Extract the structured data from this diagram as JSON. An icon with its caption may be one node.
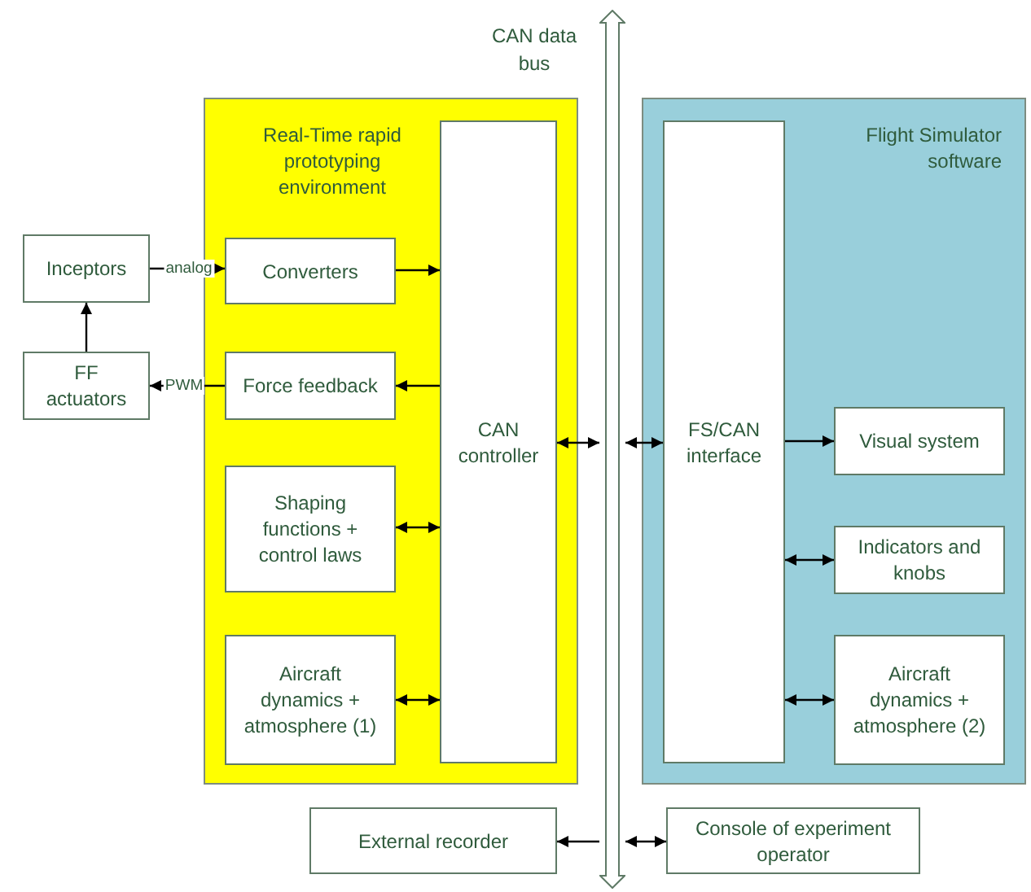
{
  "diagram": {
    "nodes": [
      {
        "text": [
          "Real-Time rapid prototyping environment"
        ]
      },
      {
        "text": [
          "Converters"
        ],
        "in": 0
      },
      {
        "text": [
          "Force feedback"
        ],
        "in": 0
      },
      {
        "text": [
          "Shaping functions + control laws"
        ],
        "in": 0
      },
      {
        "text": [
          "Aircraft dynamics + atmosphere (1)"
        ],
        "in": 0
      },
      {
        "text": [
          "CAN controller"
        ],
        "in": 0
      },
      {
        "text": [
          "Flight Simulator software"
        ]
      },
      {
        "text": [
          "FS/CAN interface"
        ],
        "in": 6
      },
      {
        "text": [
          "Visual system"
        ],
        "in": 6
      },
      {
        "text": [
          "Indicators and knobs"
        ],
        "in": 6
      },
      {
        "text": [
          "Aircraft dynamics + atmosphere (2)"
        ],
        "in": 6
      },
      {
        "text": [
          "Inceptors"
        ]
      },
      {
        "text": [
          "FF actuators"
        ]
      },
      {
        "text": [],
        "shape": "bar",
        "beside": [
          "CAN data bus"
        ]
      },
      {
        "text": [
          "External recorder"
        ]
      },
      {
        "text": [
          "Console of experiment operator"
        ]
      }
    ],
    "edges": [
      {
        "from": 11,
        "to": 1,
        "arrow": "to",
        "label": "analog"
      },
      {
        "from": 2,
        "to": 12,
        "arrow": "to",
        "label": "PWM"
      },
      {
        "from": 12,
        "to": 11,
        "arrow": "to"
      },
      {
        "from": 1,
        "to": 5,
        "arrow": "to"
      },
      {
        "from": 5,
        "to": 2,
        "arrow": "to"
      },
      {
        "from": 3,
        "to": 5,
        "arrow": "both"
      },
      {
        "from": 4,
        "to": 5,
        "arrow": "both"
      },
      {
        "from": 5,
        "to": 13,
        "arrow": "both"
      },
      {
        "from": 13,
        "to": 7,
        "arrow": "both"
      },
      {
        "from": 7,
        "to": 8,
        "arrow": "to"
      },
      {
        "from": 7,
        "to": 9,
        "arrow": "both"
      },
      {
        "from": 7,
        "to": 10,
        "arrow": "both"
      },
      {
        "from": 13,
        "to": 14,
        "arrow": "to"
      },
      {
        "from": 13,
        "to": 15,
        "arrow": "both"
      }
    ]
  }
}
